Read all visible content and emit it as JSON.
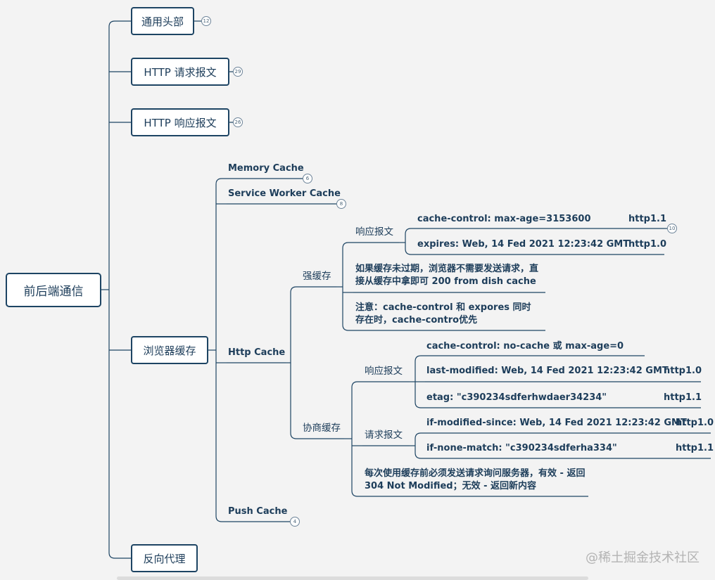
{
  "root": {
    "label": "前后端通信"
  },
  "level1": [
    {
      "label": "通用头部",
      "count": "12"
    },
    {
      "label": "HTTP 请求报文",
      "count": "29"
    },
    {
      "label": "HTTP 响应报文",
      "count": "26"
    },
    {
      "label": "浏览器缓存"
    },
    {
      "label": "反向代理"
    }
  ],
  "cache": {
    "memory": {
      "label": "Memory Cache",
      "count": "6"
    },
    "service_worker": {
      "label": "Service Worker Cache",
      "count": "8"
    },
    "http": {
      "label": "Http Cache"
    },
    "push": {
      "label": "Push Cache",
      "count": "4"
    }
  },
  "strong": {
    "label": "强缓存",
    "response": {
      "label": "响应报文",
      "count": "10",
      "rows": [
        {
          "header": "cache-control: max-age=3153600",
          "version": "http1.1"
        },
        {
          "header": "expires: Web, 14 Fed 2021 12:23:42 GMT",
          "version": "http1.0"
        }
      ]
    },
    "notes": [
      "如果缓存未过期，浏览器不需要发送请求，直接从缓存中拿即可 200 from dish cache",
      "注意：cache-control 和 expores 同时存在时，cache-contro优先"
    ]
  },
  "negotiate": {
    "label": "协商缓存",
    "response": {
      "label": "响应报文",
      "rows": [
        {
          "header": "cache-control: no-cache 或 max-age=0",
          "version": ""
        },
        {
          "header": "last-modified: Web, 14 Fed 2021 12:23:42 GMT",
          "version": "http1.0"
        },
        {
          "header": "etag: \"c390234sdferhwdaer34234\"",
          "version": "http1.1"
        }
      ]
    },
    "request": {
      "label": "请求报文",
      "rows": [
        {
          "header": "if-modified-since: Web, 14 Fed 2021 12:23:42 GMT",
          "version": "http1.0"
        },
        {
          "header": "if-none-match: \"c390234sdferha334\"",
          "version": "http1.1"
        }
      ]
    },
    "note": "每次使用缓存前必须发送请求询问服务器，有效 - 返回 304 Not Modified；无效 - 返回新内容"
  },
  "watermark": "@稀土掘金技术社区",
  "colors": {
    "line": "#1d4463",
    "box_border": "#1d4463",
    "text": "#1d3d5a",
    "background": "#f3f3f3"
  }
}
